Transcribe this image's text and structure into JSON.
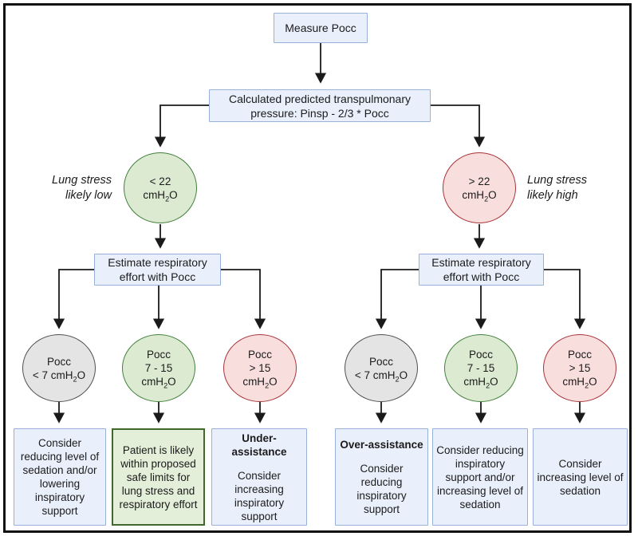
{
  "diagram": {
    "measure_box": "Measure Pocc",
    "calc_box": "Calculated predicted transpulmonary\npressure: Pinsp - 2/3 * Pocc",
    "left_label": "Lung stress\nlikely low",
    "right_label": "Lung stress\nlikely high",
    "estimate_left": "Estimate respiratory\neffort with Pocc",
    "estimate_right": "Estimate respiratory\neffort with Pocc",
    "circles": {
      "stress_low": {
        "l1": "< 22",
        "u1": "cmH",
        "u2": "2",
        "u3": "O"
      },
      "stress_high": {
        "l1": "> 22",
        "u1": "cmH",
        "u2": "2",
        "u3": "O"
      },
      "left_low": {
        "l1": "Pocc",
        "u1": "< 7 cmH",
        "u2": "2",
        "u3": "O"
      },
      "left_mid": {
        "l1": "Pocc",
        "l2": "7 - 15",
        "u1": "cmH",
        "u2": "2",
        "u3": "O"
      },
      "left_high": {
        "l1": "Pocc",
        "l2": "> 15",
        "u1": "cmH",
        "u2": "2",
        "u3": "O"
      },
      "right_low": {
        "l1": "Pocc",
        "u1": "< 7 cmH",
        "u2": "2",
        "u3": "O"
      },
      "right_mid": {
        "l1": "Pocc",
        "l2": "7 - 15",
        "u1": "cmH",
        "u2": "2",
        "u3": "O"
      },
      "right_high": {
        "l1": "Pocc",
        "l2": "> 15",
        "u1": "cmH",
        "u2": "2",
        "u3": "O"
      }
    },
    "outcomes": {
      "b1": {
        "body": "Consider reducing level of sedation and/or lowering inspiratory support"
      },
      "b2": {
        "body": "Patient is likely within proposed safe limits for lung stress and respiratory effort"
      },
      "b3": {
        "title": "Under-assistance",
        "body": "Consider increasing inspiratory support"
      },
      "b4": {
        "title": "Over-assistance",
        "body": "Consider reducing inspiratory support"
      },
      "b5": {
        "body": "Consider reducing inspiratory support and/or increasing level of sedation"
      },
      "b6": {
        "body": "Consider increasing level of sedation"
      }
    },
    "colors": {
      "box_blue_fill": "#e9effb",
      "box_blue_border": "#97b1da",
      "circle_green_fill": "#dcead2",
      "circle_green_border": "#43803c",
      "circle_red_fill": "#f8dedd",
      "circle_red_border": "#a93338",
      "circle_gray_fill": "#e4e4e4",
      "circle_gray_border": "#4f4f4f",
      "outcome_green_fill": "#e3efd9",
      "outcome_green_border": "#44672f",
      "arrow": "#1a1a1a",
      "frame": "#111111"
    }
  }
}
